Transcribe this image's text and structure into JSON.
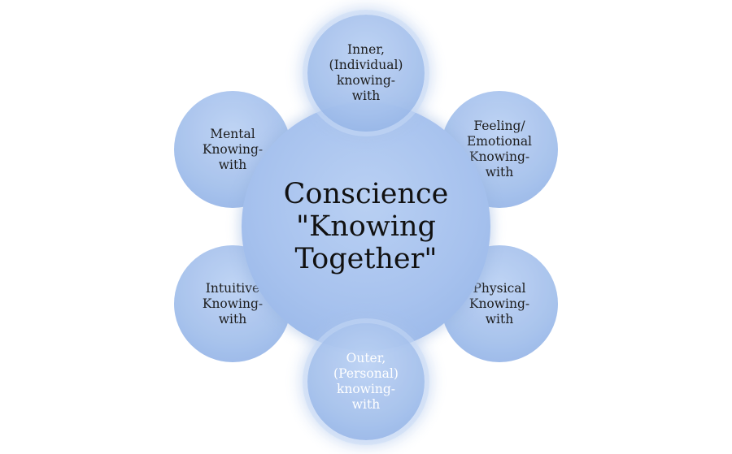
{
  "center": {
    "text": "Conscience\n\"Knowing\nTogether\""
  },
  "nodes": [
    {
      "id": "inner",
      "text": "Inner,\n(Individual)\nknowing-\nwith"
    },
    {
      "id": "feeling",
      "text": "Feeling/\nEmotional\nKnowing-\nwith"
    },
    {
      "id": "physical",
      "text": "Physical\nKnowing-\nwith"
    },
    {
      "id": "outer",
      "text": "Outer,\n(Personal)\nknowing-\nwith"
    },
    {
      "id": "intuitive",
      "text": "Intuitive\nKnowing-\nwith"
    },
    {
      "id": "mental",
      "text": "Mental\nKnowing-\nwith"
    }
  ],
  "colors": {
    "circle_fill": "#a7c2ee",
    "text_dark": "#111111",
    "text_light": "#ffffff"
  }
}
